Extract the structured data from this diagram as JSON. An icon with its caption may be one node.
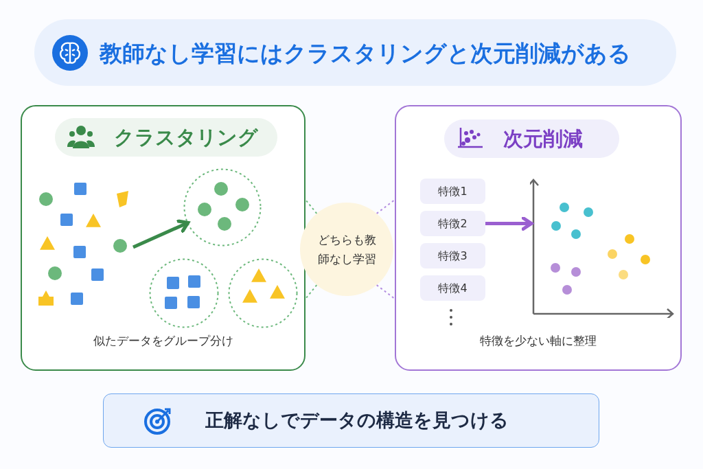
{
  "diagram": {
    "title": "教師なし学習にはクラスタリングと次元削減がある",
    "nodes": [
      {
        "text": [
          "クラスタリング",
          "似たデータをグループ分け"
        ]
      },
      {
        "text": [],
        "shape": "picture",
        "in": 0
      },
      {
        "text": [],
        "shape": "circle",
        "in": 0
      },
      {
        "text": [],
        "shape": "circle",
        "in": 0
      },
      {
        "text": [],
        "shape": "circle",
        "in": 0
      },
      {
        "text": [
          "どちらも教師なし学習"
        ]
      },
      {
        "text": [
          "次元削減",
          "特徴を少ない軸に整理"
        ]
      },
      {
        "text": [
          "特徴1"
        ],
        "in": 6
      },
      {
        "text": [
          "特徴2"
        ],
        "in": 6
      },
      {
        "text": [
          "特徴3"
        ],
        "in": 6
      },
      {
        "text": [
          "特徴4"
        ],
        "in": 6
      },
      {
        "text": [],
        "shape": "picture",
        "in": 6
      },
      {
        "text": [
          "正解なしでデータの構造を見つける"
        ]
      }
    ],
    "edges": [
      {
        "from": 1,
        "to": 2,
        "arrow": "to",
        "style": "thick",
        "color": "#3a8a4a"
      },
      {
        "from": 8,
        "to": 11,
        "arrow": "to",
        "style": "thick",
        "color": "#9a5fd0"
      },
      {
        "from": 5,
        "to": 0,
        "arrow": "none",
        "style": "dashed",
        "color": "#6dbb7d"
      },
      {
        "from": 5,
        "to": 0,
        "arrow": "none",
        "style": "dashed",
        "color": "#6dbb7d"
      },
      {
        "from": 5,
        "to": 6,
        "arrow": "none",
        "style": "dashed",
        "color": "#b48ee0"
      },
      {
        "from": 5,
        "to": 6,
        "arrow": "none",
        "style": "dashed",
        "color": "#b48ee0"
      }
    ]
  }
}
